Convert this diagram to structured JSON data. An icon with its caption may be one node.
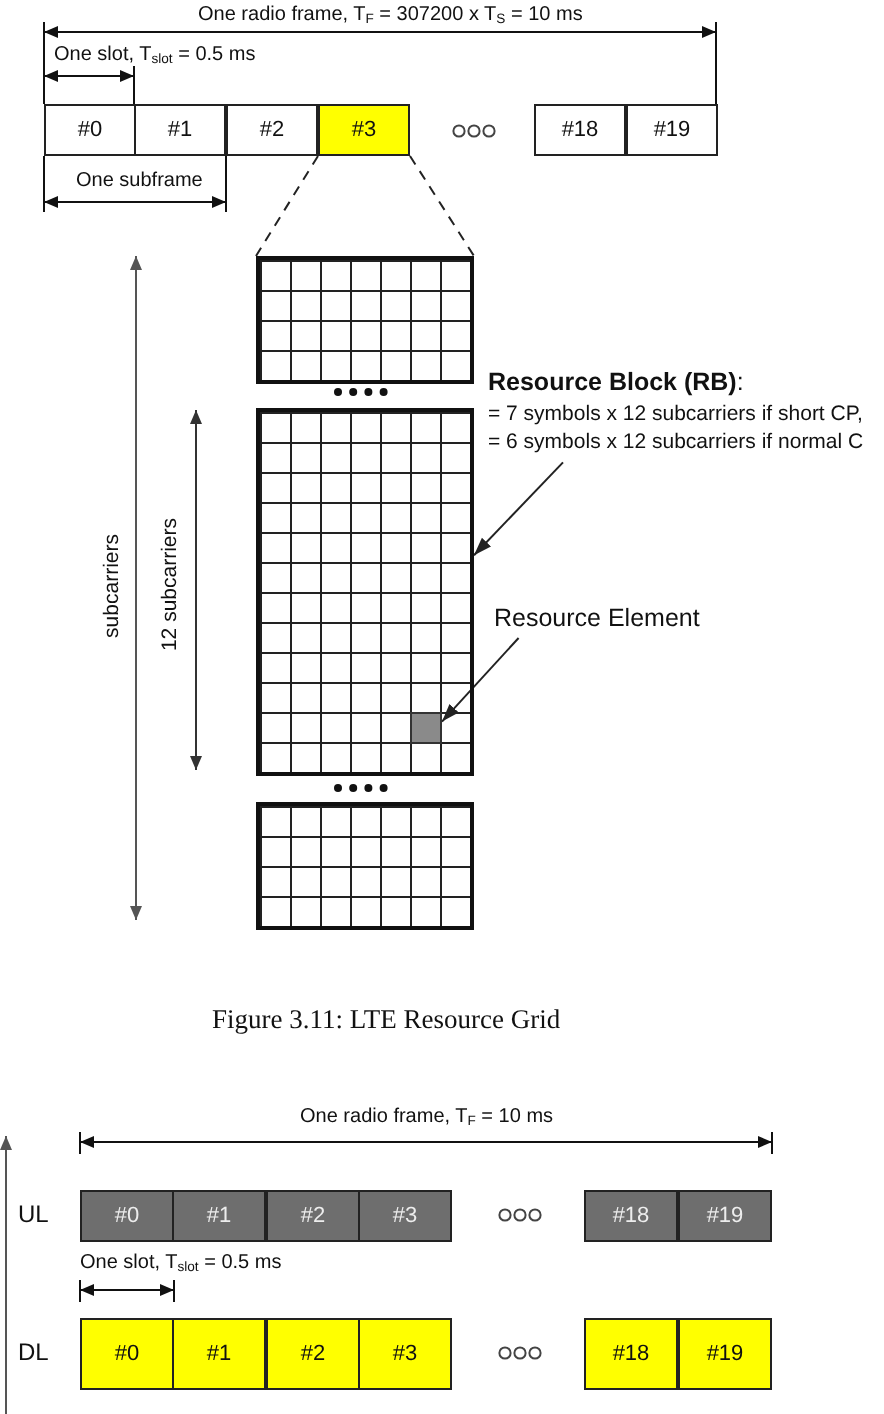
{
  "diagram": {
    "caption": "Figure 3.11: LTE Resource Grid",
    "nodes": [
      {
        "text": [
          "#0"
        ]
      },
      {
        "text": [
          "#1"
        ]
      },
      {
        "text": [
          "#2"
        ]
      },
      {
        "text": [
          "#3"
        ]
      },
      {
        "text": [
          "#18"
        ]
      },
      {
        "text": [
          "#19"
        ]
      },
      {
        "text": [],
        "shape": "box"
      },
      {
        "text": [
          "**Resource Block (RB)**:",
          "= 7 symbols x 12 subcarriers if short CP,",
          "= 6 symbols x 12 subcarriers if normal C"
        ]
      },
      {
        "text": [],
        "shape": "box"
      },
      {
        "text": [],
        "shape": "box",
        "in": 8
      },
      {
        "text": [
          "Resource Element"
        ]
      },
      {
        "text": [],
        "shape": "box"
      },
      {
        "text": [
          "#0"
        ]
      },
      {
        "text": [
          "#1"
        ]
      },
      {
        "text": [
          "#2"
        ]
      },
      {
        "text": [
          "#3"
        ]
      },
      {
        "text": [
          "#18"
        ]
      },
      {
        "text": [
          "#19"
        ]
      },
      {
        "text": [
          "#0"
        ]
      },
      {
        "text": [
          "#1"
        ]
      },
      {
        "text": [
          "#2"
        ]
      },
      {
        "text": [
          "#3"
        ]
      },
      {
        "text": [
          "#18"
        ]
      },
      {
        "text": [
          "#19"
        ]
      }
    ],
    "edges": [
      {
        "from": 3,
        "to": 6,
        "arrow": "none",
        "style": "dashed"
      },
      {
        "from": 3,
        "to": 6,
        "arrow": "none",
        "style": "dashed"
      },
      {
        "from": 7,
        "to": 8,
        "arrow": "to"
      },
      {
        "from": 10,
        "to": 9,
        "arrow": "to"
      }
    ],
    "labels": [
      "One radio frame, T$_{F}$ = 307200 x T$_{S}$ = 10 ms",
      "One slot, T$_{slot}$ = 0.5 ms",
      "One subframe",
      "subcarriers",
      "12 subcarriers",
      "One radio frame, T$_{F}$ = 10 ms",
      "UL",
      "One slot, T$_{slot}$ = 0.5 ms",
      "DL"
    ]
  }
}
